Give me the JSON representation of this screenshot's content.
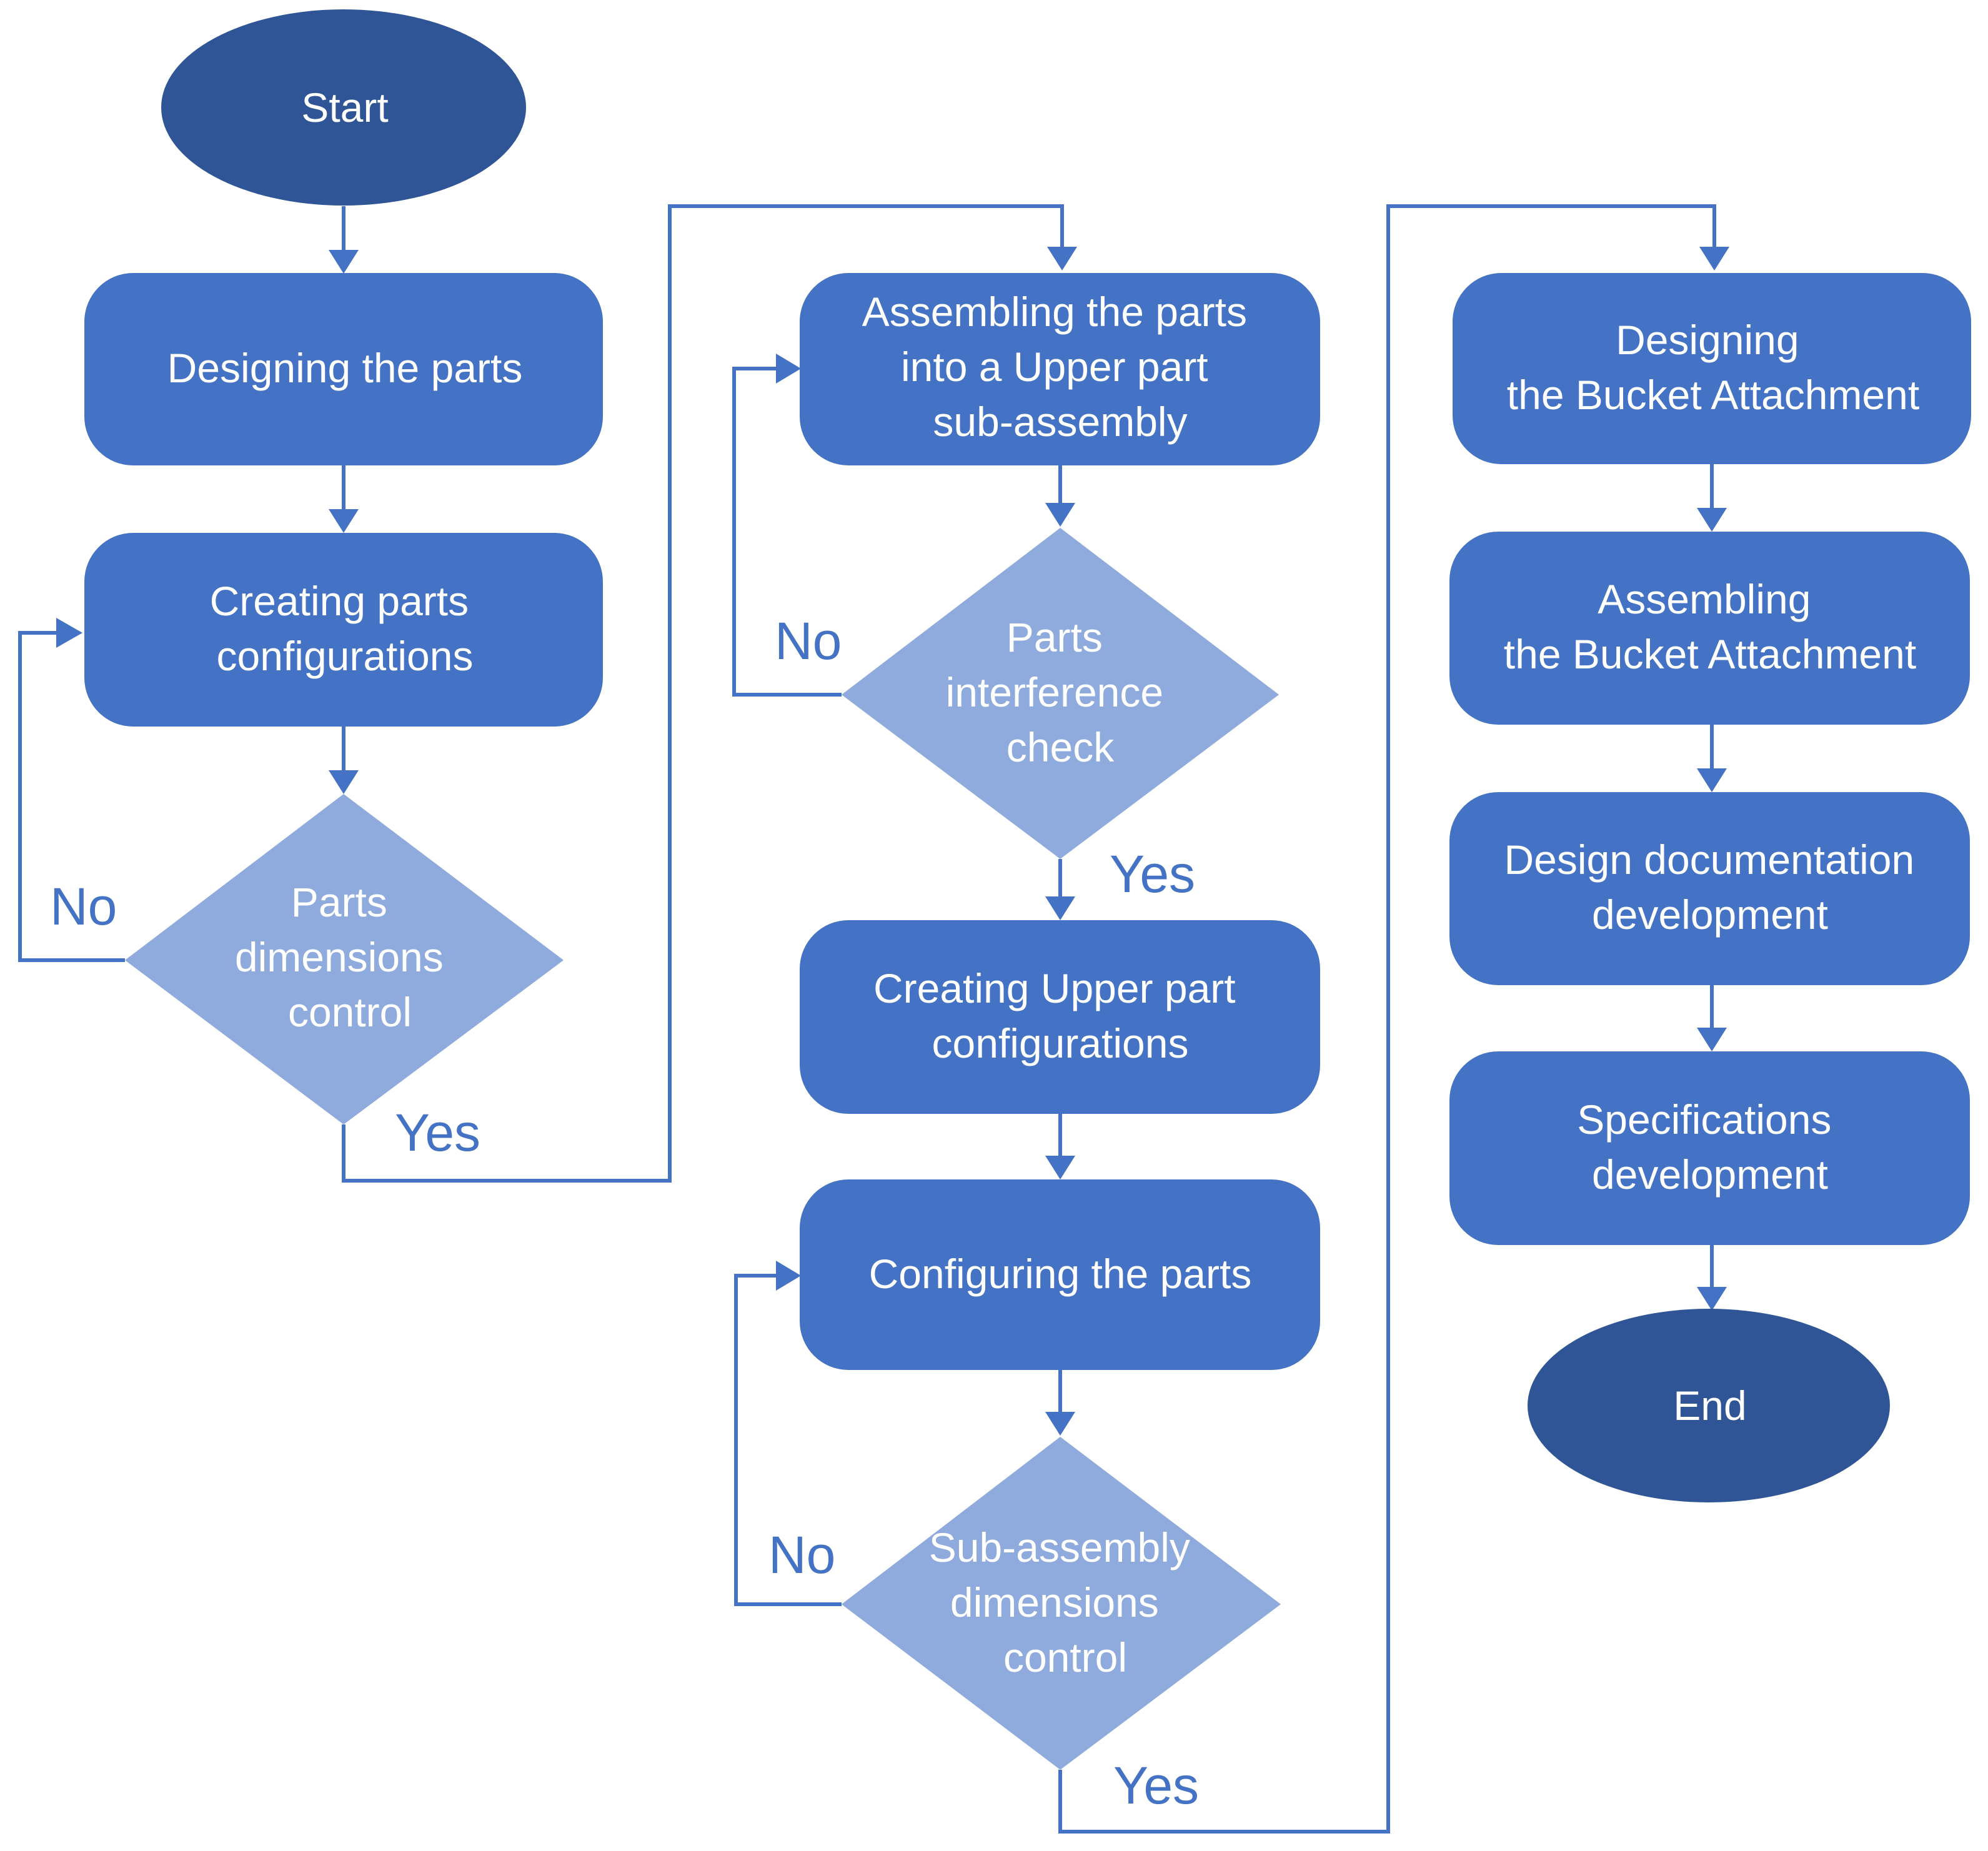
{
  "nodes": {
    "start": [
      "Start"
    ],
    "designing_parts": [
      "Designing the parts"
    ],
    "creating_parts_configurations": [
      "Creating parts",
      "configurations"
    ],
    "parts_dimensions_control": [
      "Parts",
      "dimensions",
      "control"
    ],
    "assembling_upper": [
      "Assembling the parts",
      "into a Upper part",
      "sub-assembly"
    ],
    "parts_interference_check": [
      "Parts",
      "interference",
      "check"
    ],
    "creating_upper_configurations": [
      "Creating Upper part",
      "configurations"
    ],
    "configuring_parts": [
      "Configuring the parts"
    ],
    "subassembly_dimensions_control": [
      "Sub-assembly",
      "dimensions",
      "control"
    ],
    "designing_bucket": [
      "Designing",
      "the Bucket Attachment"
    ],
    "assembling_bucket": [
      "Assembling",
      "the Bucket Attachment"
    ],
    "design_documentation": [
      "Design documentation",
      "development"
    ],
    "specifications": [
      "Specifications",
      "development"
    ],
    "end": [
      "End"
    ]
  },
  "edge_labels": {
    "no_1": "No",
    "yes_1": "Yes",
    "no_2": "No",
    "yes_2": "Yes",
    "no_3": "No",
    "yes_3": "Yes"
  },
  "colors": {
    "process": "#4472c4",
    "terminal": "#2f5597",
    "decision": "#8faadc",
    "connector": "#4472c4",
    "label": "#4472c4",
    "text": "#ffffff"
  }
}
